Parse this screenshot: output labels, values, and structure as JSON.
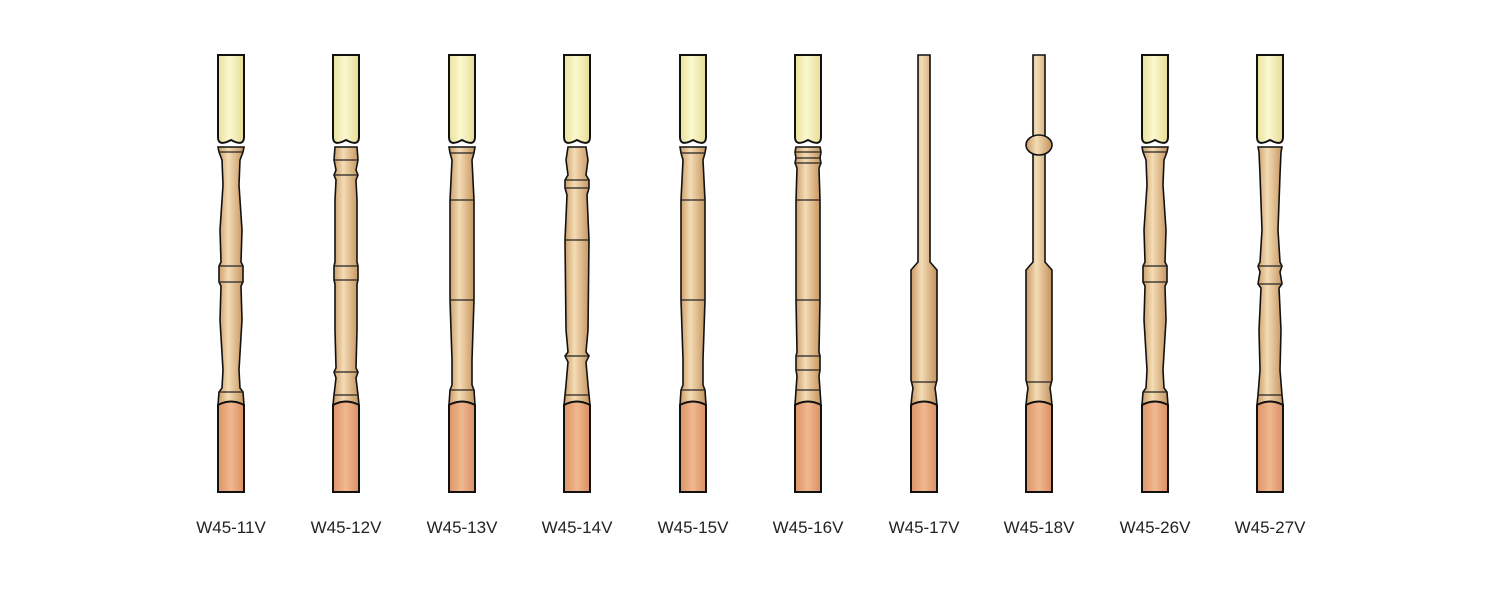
{
  "balusters": [
    {
      "label": "W45-11V",
      "style": "classic"
    },
    {
      "label": "W45-12V",
      "style": "colonial"
    },
    {
      "label": "W45-13V",
      "style": "taper"
    },
    {
      "label": "W45-14V",
      "style": "vase"
    },
    {
      "label": "W45-15V",
      "style": "taper"
    },
    {
      "label": "W45-16V",
      "style": "rings"
    },
    {
      "label": "W45-17V",
      "style": "rod"
    },
    {
      "label": "W45-18V",
      "style": "rod-ball"
    },
    {
      "label": "W45-26V",
      "style": "classic"
    },
    {
      "label": "W45-27V",
      "style": "classic-low"
    }
  ],
  "colors": {
    "top_block": "#f4efb6",
    "shaft": "#e4bd8a",
    "bottom_block": "#e7a57a",
    "outline": "#111111"
  }
}
